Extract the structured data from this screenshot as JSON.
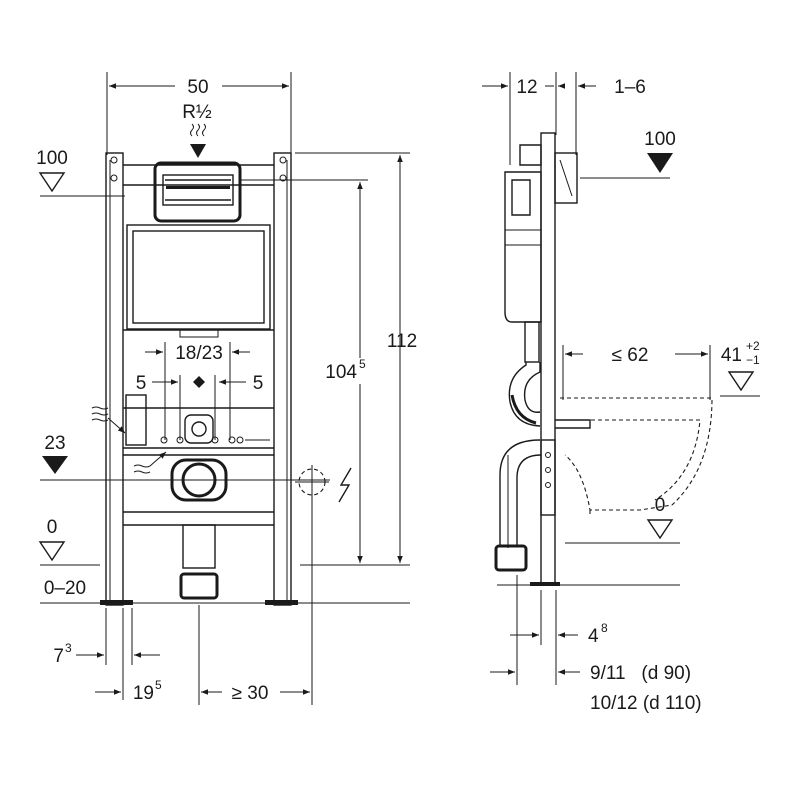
{
  "front": {
    "width": "50",
    "thread": "R½",
    "level_top": "100",
    "level_23": "23",
    "level_0": "0",
    "level_floor": "0–20",
    "spacing": "18/23",
    "offset_left": "5",
    "offset_right": "5",
    "height_total": "112",
    "height_main": "104",
    "height_main_sup": "5",
    "bottom_left": "7",
    "bottom_left_sup": "3",
    "bottom_mid": "19",
    "bottom_mid_sup": "5",
    "bottom_right": "≥ 30"
  },
  "side": {
    "depth_a": "12",
    "depth_b": "1–6",
    "level_top": "100",
    "reach": "≤ 62",
    "seat": "41",
    "seat_plus": "+2",
    "seat_minus": "−1",
    "level_0": "0",
    "bottom_a": "4",
    "bottom_a_sup": "8",
    "pipe_90": "9/11   (d 90)",
    "pipe_110": "10/12 (d 110)"
  }
}
